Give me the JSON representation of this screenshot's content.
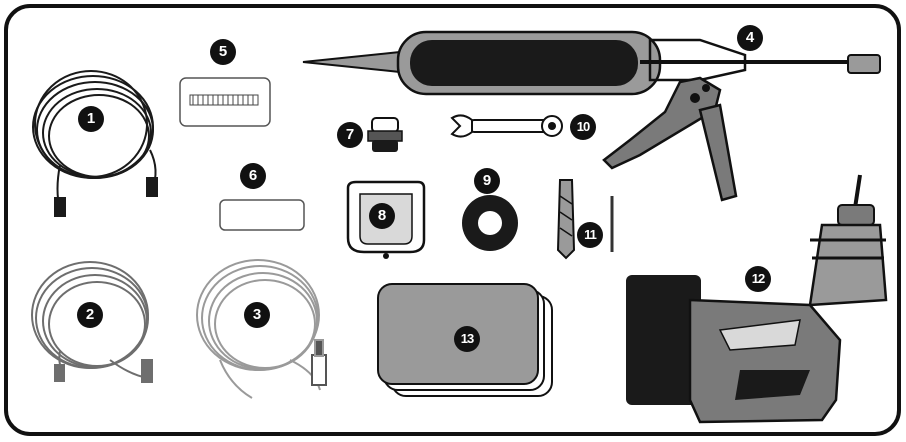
{
  "colors": {
    "outline": "#111111",
    "dark": "#1a1a1a",
    "medium_gray": "#7a7a7a",
    "light_gray": "#d9d9d9",
    "panel_fill": "#ffffff"
  },
  "items": [
    {
      "number": "1",
      "icon": "black-coiled-cable-icon"
    },
    {
      "number": "2",
      "icon": "gray-coiled-cable-icon"
    },
    {
      "number": "3",
      "icon": "light-coiled-cable-icon"
    },
    {
      "number": "4",
      "icon": "caulking-gun-icon"
    },
    {
      "number": "5",
      "icon": "terminal-strip-card-icon"
    },
    {
      "number": "6",
      "icon": "blank-label-icon"
    },
    {
      "number": "7",
      "icon": "cable-gland-icon"
    },
    {
      "number": "8",
      "icon": "mounting-bracket-icon"
    },
    {
      "number": "9",
      "icon": "rubber-washer-icon"
    },
    {
      "number": "10",
      "icon": "combination-wrench-icon"
    },
    {
      "number": "11",
      "icon": "drill-bit-and-pin-icon"
    },
    {
      "number": "12",
      "icon": "cordless-drill-icon"
    },
    {
      "number": "13",
      "icon": "stacked-pads-icon"
    }
  ]
}
